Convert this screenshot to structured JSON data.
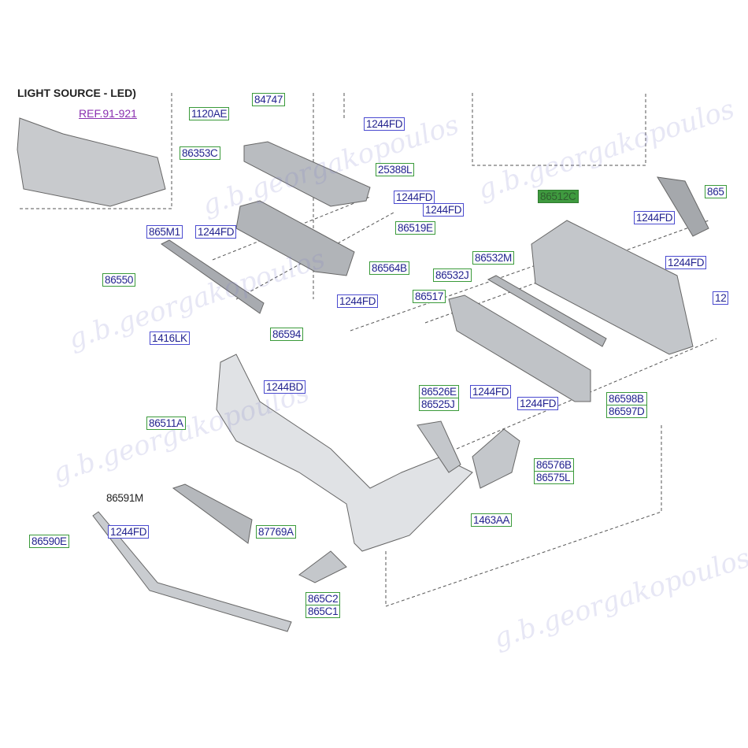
{
  "header": {
    "title": "LIGHT SOURCE - LED)",
    "ref": "REF.91-921"
  },
  "watermark": "g.b.georgakopoulos",
  "labels": {
    "l84747": "84747",
    "l1120AE": "1120AE",
    "l1244FD_a": "1244FD",
    "l86353C": "86353C",
    "l25388L": "25388L",
    "l1244FD_b": "1244FD",
    "l1244FD_c": "1244FD",
    "l86519E": "86519E",
    "l865M1": "865M1",
    "l1244FD_d": "1244FD",
    "l86564B": "86564B",
    "l86550": "86550",
    "l1244FD_e": "1244FD",
    "l1416LK": "1416LK",
    "l86594": "86594",
    "l1244BD": "1244BD",
    "l86511A": "86511A",
    "l86591M": "86591M",
    "l87769A": "87769A",
    "l86590E": "86590E",
    "l1244FD_f": "1244FD",
    "l865C2": "865C2",
    "l865C1": "865C1",
    "l1463AA": "1463AA",
    "l86576B": "86576B",
    "l86575L": "86575L",
    "l86526E": "86526E",
    "l86525J": "86525J",
    "l1244FD_g": "1244FD",
    "l1244FD_h": "1244FD",
    "l86598B": "86598B",
    "l86597D": "86597D",
    "l86517": "86517",
    "l86532J": "86532J",
    "l86532M": "86532M",
    "l86512C": "86512C",
    "l1244FD_i": "1244FD",
    "l1244FD_j": "1244FD",
    "l12_cut": "12",
    "l865_cut": "865"
  }
}
